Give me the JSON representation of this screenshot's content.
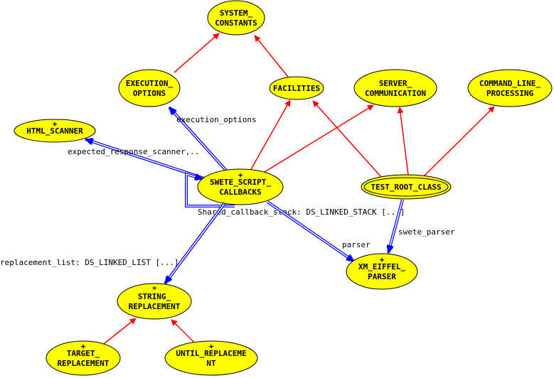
{
  "diagram": {
    "colors": {
      "node_fill": "#ffff00",
      "node_stroke": "#000000",
      "inherit_edge": "#ff0000",
      "client_edge": "#0000ff"
    },
    "nodes": [
      {
        "id": "system_constants",
        "lines": [
          "SYSTEM_",
          "CONSTANTS"
        ],
        "marker": ""
      },
      {
        "id": "execution_options",
        "lines": [
          "EXECUTION_",
          "OPTIONS"
        ],
        "marker": ""
      },
      {
        "id": "facilities",
        "lines": [
          "FACILITIES"
        ],
        "marker": ""
      },
      {
        "id": "server_communication",
        "lines": [
          "SERVER_",
          "COMMUNICATION"
        ],
        "marker": ""
      },
      {
        "id": "command_line_processing",
        "lines": [
          "COMMAND_LINE_",
          "PROCESSING"
        ],
        "marker": ""
      },
      {
        "id": "html_scanner",
        "lines": [
          "HTML_SCANNER"
        ],
        "marker": "+"
      },
      {
        "id": "swete_script_callbacks",
        "lines": [
          "SWETE_SCRIPT_",
          "CALLBACKS"
        ],
        "marker": "+"
      },
      {
        "id": "test_root_class",
        "lines": [
          "TEST_ROOT_CLASS"
        ],
        "marker": "",
        "double": true
      },
      {
        "id": "xm_eiffel_parser",
        "lines": [
          "XM_EIFFEL_",
          "PARSER"
        ],
        "marker": "+"
      },
      {
        "id": "string_replacement",
        "lines": [
          "STRING_",
          "REPLACEMENT"
        ],
        "marker": "*"
      },
      {
        "id": "target_replacement",
        "lines": [
          "TARGET_",
          "REPLACEMENT"
        ],
        "marker": "+"
      },
      {
        "id": "until_replacement",
        "lines": [
          "UNTIL_REPLACEME",
          "NT"
        ],
        "marker": "+"
      }
    ],
    "edges": [
      {
        "from": "execution_options",
        "to": "system_constants",
        "kind": "inherit",
        "label": ""
      },
      {
        "from": "facilities",
        "to": "system_constants",
        "kind": "inherit",
        "label": ""
      },
      {
        "from": "swete_script_callbacks",
        "to": "facilities",
        "kind": "inherit",
        "label": ""
      },
      {
        "from": "swete_script_callbacks",
        "to": "server_communication",
        "kind": "inherit",
        "label": ""
      },
      {
        "from": "test_root_class",
        "to": "facilities",
        "kind": "inherit",
        "label": ""
      },
      {
        "from": "test_root_class",
        "to": "server_communication",
        "kind": "inherit",
        "label": ""
      },
      {
        "from": "test_root_class",
        "to": "command_line_processing",
        "kind": "inherit",
        "label": ""
      },
      {
        "from": "target_replacement",
        "to": "string_replacement",
        "kind": "inherit",
        "label": ""
      },
      {
        "from": "until_replacement",
        "to": "string_replacement",
        "kind": "inherit",
        "label": ""
      },
      {
        "from": "swete_script_callbacks",
        "to": "execution_options",
        "kind": "client",
        "label": "execution_options"
      },
      {
        "from": "swete_script_callbacks",
        "to": "html_scanner",
        "kind": "client",
        "label": "expected_response_scanner,.."
      },
      {
        "from": "swete_script_callbacks",
        "to": "swete_script_callbacks",
        "kind": "client",
        "label": "Shared_callback_stack: DS_LINKED_STACK [...]"
      },
      {
        "from": "swete_script_callbacks",
        "to": "xm_eiffel_parser",
        "kind": "client",
        "label": "parser"
      },
      {
        "from": "test_root_class",
        "to": "xm_eiffel_parser",
        "kind": "client",
        "label": "swete_parser"
      },
      {
        "from": "swete_script_callbacks",
        "to": "string_replacement",
        "kind": "client",
        "label": "replacement_list: DS_LINKED_LIST [...]"
      }
    ]
  }
}
